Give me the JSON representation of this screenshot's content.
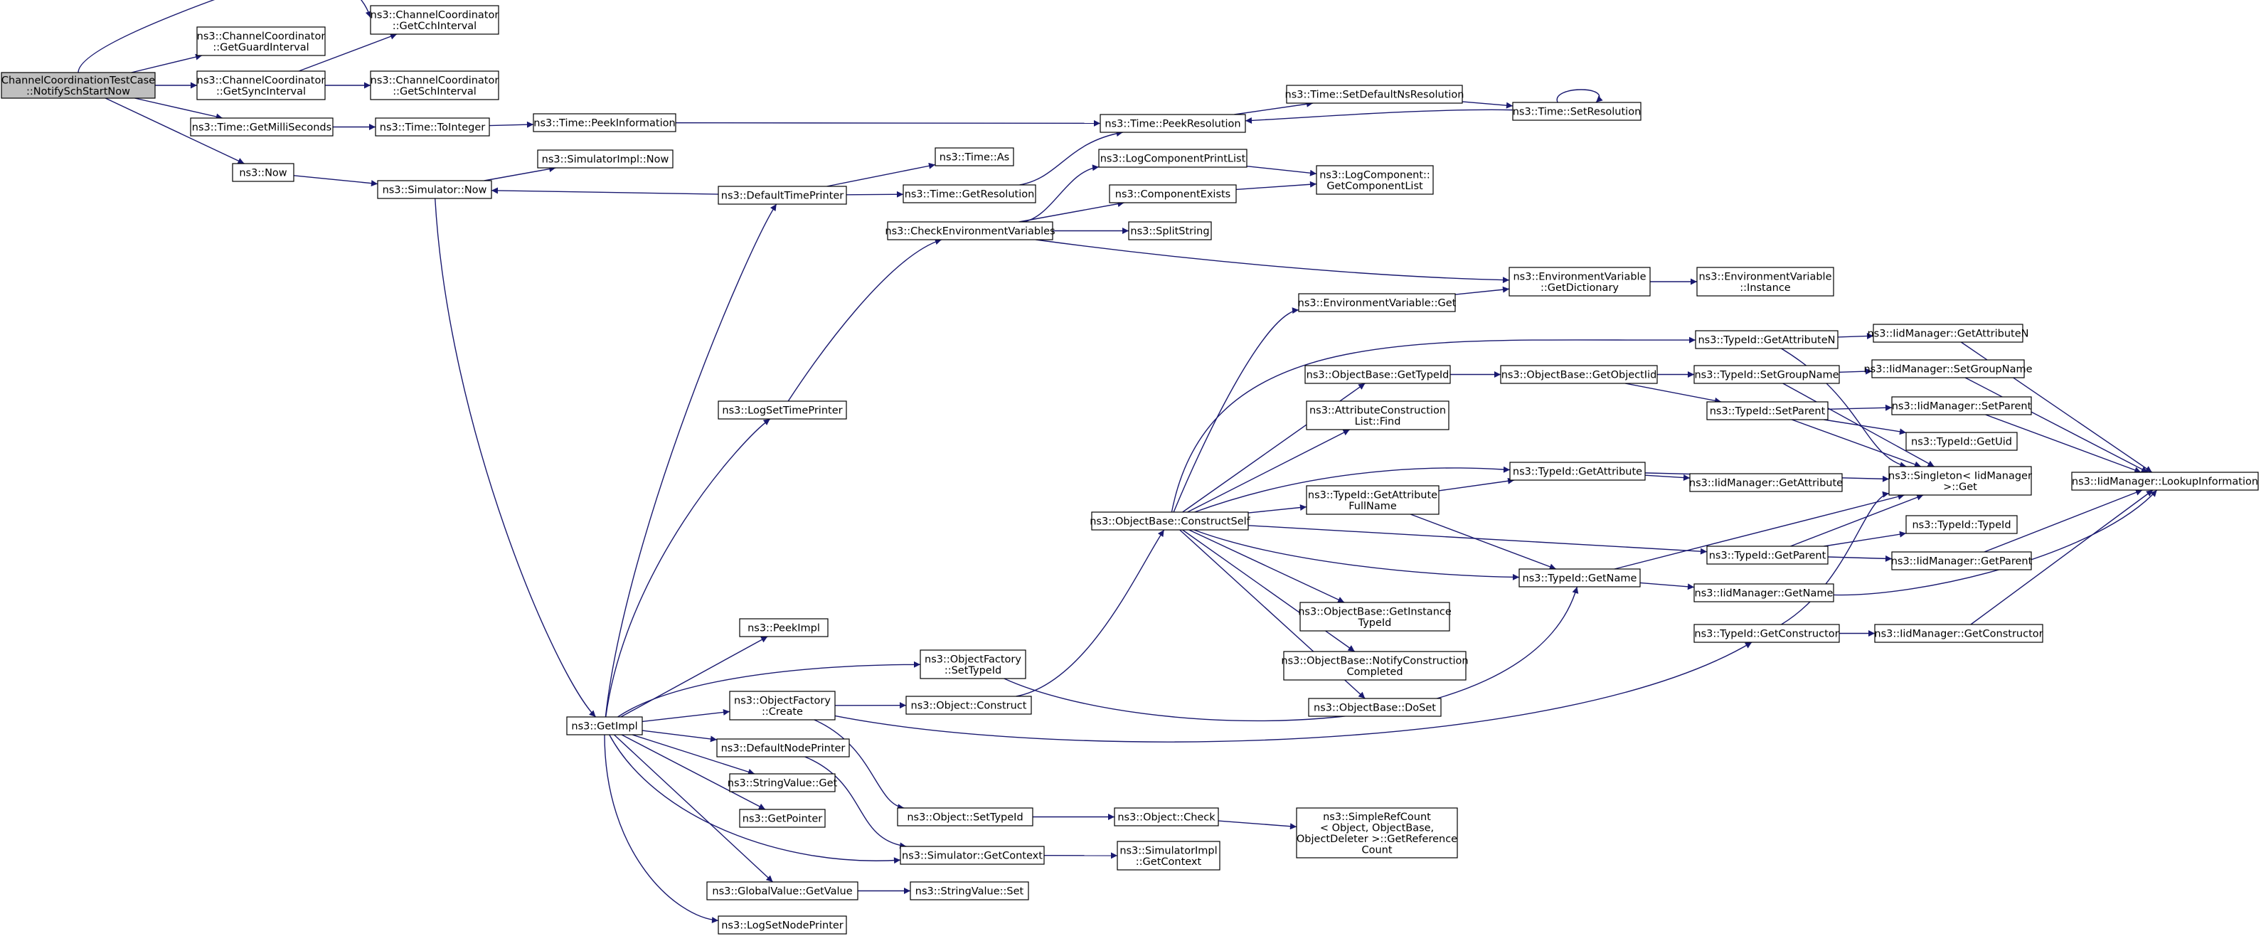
{
  "colors": {
    "edge": "#191970",
    "root_fill": "#bfbfbf",
    "node_fill": "#ffffff",
    "border": "#000000"
  },
  "nodes": {
    "root": [
      "ChannelCoordinationTestCase",
      "::NotifySchStartNow"
    ],
    "getCch": [
      "ns3::ChannelCoordinator",
      "::GetCchInterval"
    ],
    "getGuard": [
      "ns3::ChannelCoordinator",
      "::GetGuardInterval"
    ],
    "getSync": [
      "ns3::ChannelCoordinator",
      "::GetSyncInterval"
    ],
    "getSch": [
      "ns3::ChannelCoordinator",
      "::GetSchInterval"
    ],
    "getMilli": [
      "ns3::Time::GetMilliSeconds"
    ],
    "toInteger": [
      "ns3::Time::ToInteger"
    ],
    "peekInfo": [
      "ns3::Time::PeekInformation"
    ],
    "peekRes": [
      "ns3::Time::PeekResolution"
    ],
    "setDefNs": [
      "ns3::Time::SetDefaultNsResolution"
    ],
    "setRes": [
      "ns3::Time::SetResolution"
    ],
    "now": [
      "ns3::Now"
    ],
    "simNow": [
      "ns3::Simulator::Now"
    ],
    "simImplNow": [
      "ns3::SimulatorImpl::Now"
    ],
    "defTimePrinter": [
      "ns3::DefaultTimePrinter"
    ],
    "timeAs": [
      "ns3::Time::As"
    ],
    "getResolution": [
      "ns3::Time::GetResolution"
    ],
    "logCompPrint": [
      "ns3::LogComponentPrintList"
    ],
    "compExists": [
      "ns3::ComponentExists"
    ],
    "logCompList": [
      "ns3::LogComponent::",
      "GetComponentList"
    ],
    "checkEnv": [
      "ns3::CheckEnvironmentVariables"
    ],
    "splitString": [
      "ns3::SplitString"
    ],
    "envGetDict": [
      "ns3::EnvironmentVariable",
      "::GetDictionary"
    ],
    "envInstance": [
      "ns3::EnvironmentVariable",
      "::Instance"
    ],
    "envGet": [
      "ns3::EnvironmentVariable::Get"
    ],
    "getAttributeN": [
      "ns3::TypeId::GetAttributeN"
    ],
    "iidGetAttrN": [
      "ns3::IidManager::GetAttributeN"
    ],
    "objGetTypeId": [
      "ns3::ObjectBase::GetTypeId"
    ],
    "objGetObjIid": [
      "ns3::ObjectBase::GetObjectIid"
    ],
    "setGroupName": [
      "ns3::TypeId::SetGroupName"
    ],
    "iidSetGroup": [
      "ns3::IidManager::SetGroupName"
    ],
    "attrConstr": [
      "ns3::AttributeConstruction",
      "List::Find"
    ],
    "setParent": [
      "ns3::TypeId::SetParent"
    ],
    "iidSetParent": [
      "ns3::IidManager::SetParent"
    ],
    "getUid": [
      "ns3::TypeId::GetUid"
    ],
    "logSetTime": [
      "ns3::LogSetTimePrinter"
    ],
    "getAttribute": [
      "ns3::TypeId::GetAttribute"
    ],
    "iidGetAttr": [
      "ns3::IidManager::GetAttribute"
    ],
    "singleton": [
      "ns3::Singleton< IidManager",
      " >::Get"
    ],
    "lookup": [
      "ns3::IidManager::LookupInformation"
    ],
    "getAttrFull": [
      "ns3::TypeId::GetAttribute",
      "FullName"
    ],
    "constructSelf": [
      "ns3::ObjectBase::ConstructSelf"
    ],
    "typeIdTypeId": [
      "ns3::TypeId::TypeId"
    ],
    "getParent": [
      "ns3::TypeId::GetParent"
    ],
    "iidGetParent": [
      "ns3::IidManager::GetParent"
    ],
    "getName": [
      "ns3::TypeId::GetName"
    ],
    "iidGetName": [
      "ns3::IidManager::GetName"
    ],
    "getInstTypeId": [
      "ns3::ObjectBase::GetInstance",
      "TypeId"
    ],
    "peekImpl": [
      "ns3::PeekImpl"
    ],
    "getConstructor": [
      "ns3::TypeId::GetConstructor"
    ],
    "iidGetCtor": [
      "ns3::IidManager::GetConstructor"
    ],
    "ofSetTypeId": [
      "ns3::ObjectFactory",
      "::SetTypeId"
    ],
    "notifyConstr": [
      "ns3::ObjectBase::NotifyConstruction",
      "Completed"
    ],
    "ofCreate": [
      "ns3::ObjectFactory",
      "::Create"
    ],
    "objConstruct": [
      "ns3::Object::Construct"
    ],
    "doSet": [
      "ns3::ObjectBase::DoSet"
    ],
    "getImpl": [
      "ns3::GetImpl"
    ],
    "defNodePrinter": [
      "ns3::DefaultNodePrinter"
    ],
    "strValGet": [
      "ns3::StringValue::Get"
    ],
    "objSetTypeId": [
      "ns3::Object::SetTypeId"
    ],
    "objCheck": [
      "ns3::Object::Check"
    ],
    "simpleRef": [
      "ns3::SimpleRefCount",
      "< Object, ObjectBase,",
      " ObjectDeleter >::GetReference",
      "Count"
    ],
    "getPointer": [
      "ns3::GetPointer"
    ],
    "simGetCtx": [
      "ns3::Simulator::GetContext"
    ],
    "simImplCtx": [
      "ns3::SimulatorImpl",
      "::GetContext"
    ],
    "gvGetValue": [
      "ns3::GlobalValue::GetValue"
    ],
    "strValSet": [
      "ns3::StringValue::Set"
    ],
    "logSetNode": [
      "ns3::LogSetNodePrinter"
    ]
  }
}
